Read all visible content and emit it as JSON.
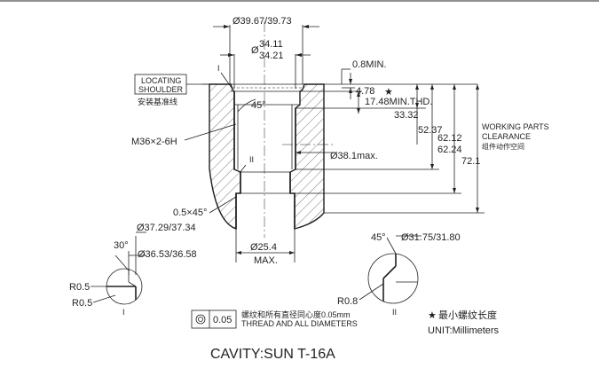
{
  "labels": {
    "top_od": "Ø39.67/39.73",
    "bore_a": "34.11",
    "bore_b": "34.21",
    "bore_sym": "Ø",
    "min_08": "0.8MIN.",
    "d478": "4.78",
    "star": "★",
    "min_thd": "17.48MIN.THD.",
    "d3332": "33.32",
    "d5237": "52.37",
    "d6212": "62.12",
    "d6224": "62.24",
    "d721": "72.1",
    "wp1": "WORKING PARTS",
    "wp2": "CLEARANCE",
    "wp3": "组件动作空间",
    "loc1": "LOCATING",
    "loc2": "SHOULDER",
    "loc3": "安装基准线",
    "roman1": "I",
    "roman2": "II",
    "angle45": "45°",
    "thread": "M36×2-6H",
    "d381": "Ø38.1max.",
    "chamfer": "0.5×45°",
    "d254": "Ø25.4",
    "max": "MAX.",
    "d3729": "Ø37.29/37.34",
    "d3653": "Ø36.53/36.58",
    "angle30": "30°",
    "r05a": "R0.5",
    "r05b": "R0.5",
    "detail1": "I",
    "angle45b": "45°",
    "d3175": "Ø31.75/31.80",
    "r08": "R0.8",
    "detail2": "II",
    "tol_val": "0.05",
    "tol_cn": "螺纹和所有直径同心度0.05mm",
    "tol_en": "THREAD AND ALL DIAMETERS",
    "min_cn": "最小螺纹长度",
    "units": "UNIT:Millimeters",
    "title": "CAVITY:SUN T-16A"
  },
  "colors": {
    "ink": "#231f20",
    "background": "#ffffff"
  },
  "icons": {
    "concentricity": "concentric-circles-icon",
    "star": "star-icon"
  }
}
